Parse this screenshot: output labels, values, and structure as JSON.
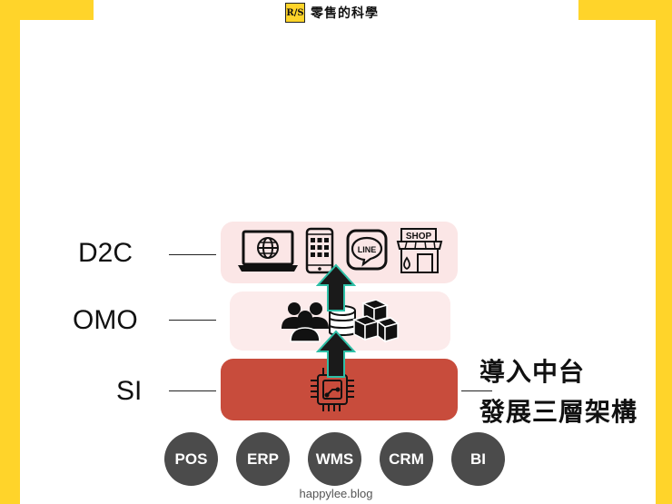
{
  "brand": {
    "logo_text": "R/S",
    "title": "零售的科學"
  },
  "layers": [
    {
      "label": "D2C"
    },
    {
      "label": "OMO"
    },
    {
      "label": "SI"
    }
  ],
  "d2c_icons": [
    "laptop-globe-icon",
    "mobile-app-icon",
    "line-app-icon",
    "shop-storefront-icon"
  ],
  "omo_icons": [
    "people-group-icon",
    "database-icon",
    "boxes-icon"
  ],
  "si_icons": [
    "chip-icon"
  ],
  "side_note": {
    "line1": "導入中台",
    "line2": "發展三層架構"
  },
  "systems": [
    {
      "label": "POS"
    },
    {
      "label": "ERP"
    },
    {
      "label": "WMS"
    },
    {
      "label": "CRM"
    },
    {
      "label": "BI"
    }
  ],
  "line_icon_text": "LINE",
  "shop_icon_text": "SHOP",
  "footer": "happylee.blog",
  "colors": {
    "frame_yellow": "#FFD42A",
    "d2c_bg": "#FBE6E6",
    "omo_bg": "#FCEBEB",
    "si_bg": "#C84C3C",
    "circle_bg": "#4B4B4B",
    "arrow_fill": "#1a1a1a",
    "arrow_stroke": "#2DBFA6"
  }
}
